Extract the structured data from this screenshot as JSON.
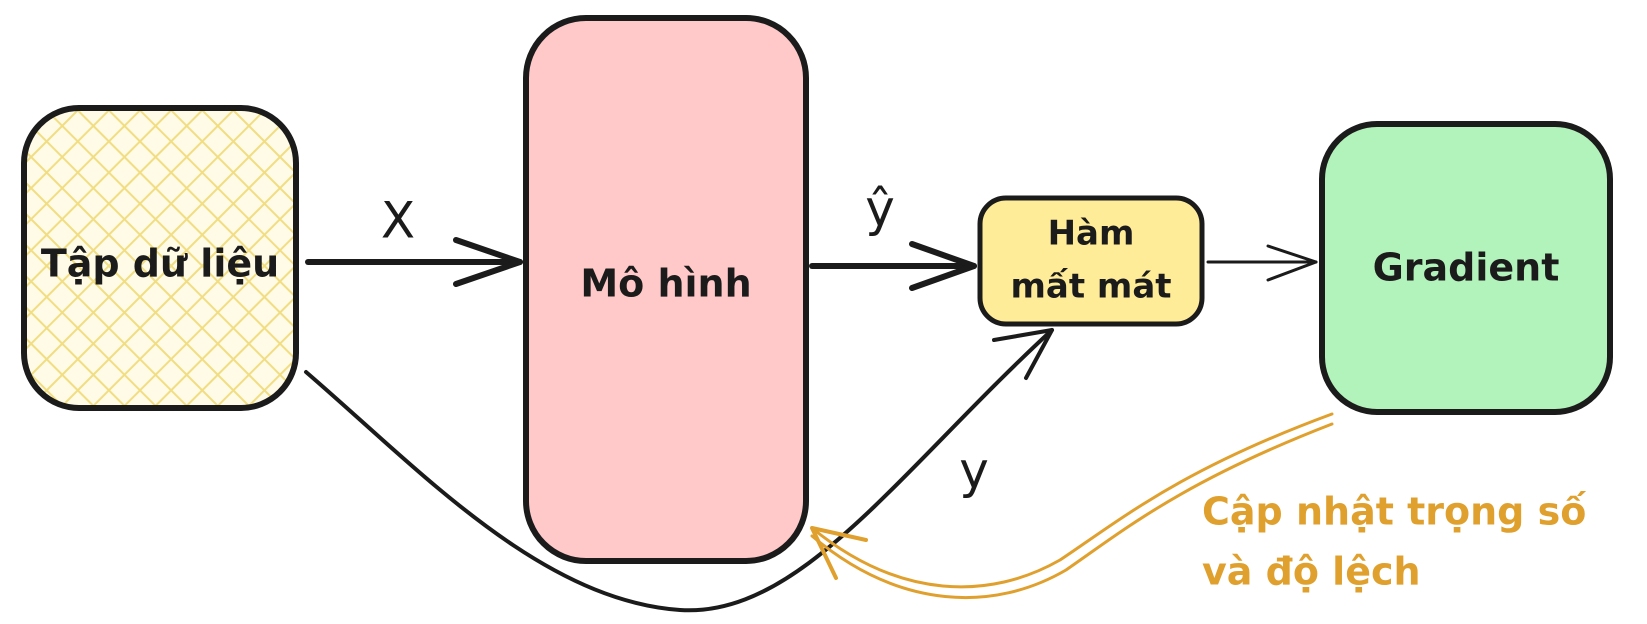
{
  "nodes": {
    "dataset": {
      "label": "Tập dữ liệu",
      "color": "#fdf4c2"
    },
    "model": {
      "label": "Mô hình",
      "color": "#ffc9c9"
    },
    "loss": {
      "label_line1": "Hàm",
      "label_line2": "mất mát",
      "color": "#ffec99"
    },
    "gradient": {
      "label": "Gradient",
      "color": "#b2f2bb"
    }
  },
  "edges": {
    "x_label": "X",
    "yhat_label": "ŷ",
    "y_label": "y"
  },
  "update": {
    "line1": "Cập nhật trọng số",
    "line2": "và độ lệch",
    "color": "#e0a02e"
  }
}
